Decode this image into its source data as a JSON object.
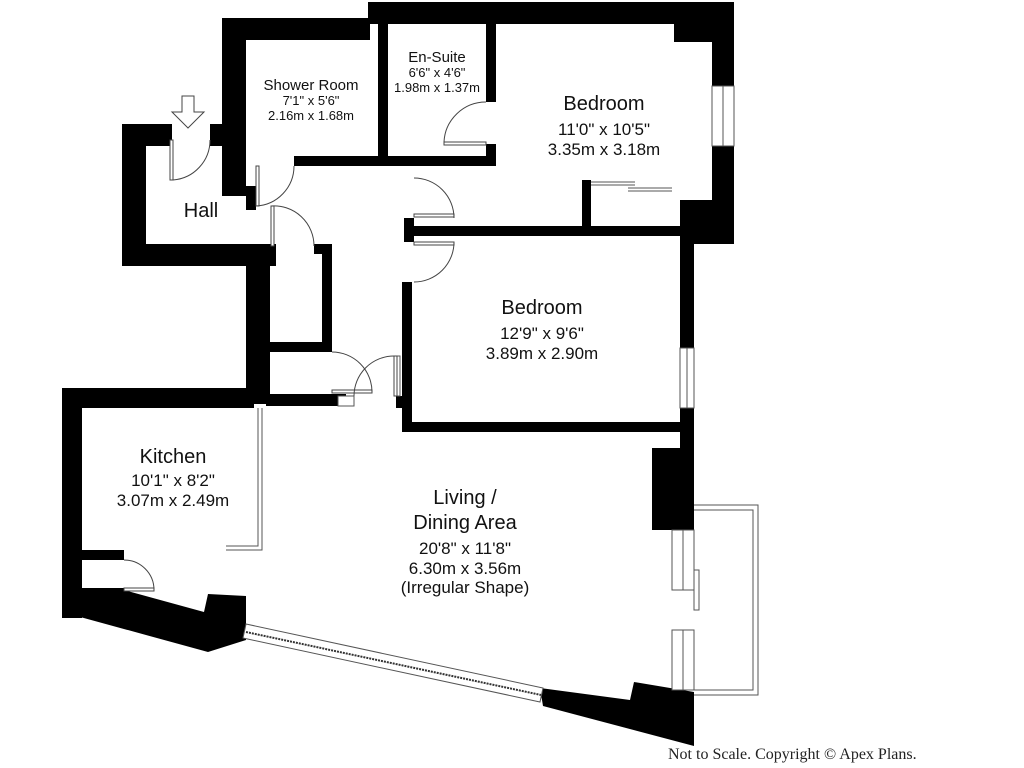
{
  "plan": {
    "colors": {
      "wall": "#000000",
      "background": "#ffffff",
      "fixture_line": "#555555",
      "text": "#111111"
    },
    "entrance_arrow": "down-arrow-icon",
    "rooms": [
      {
        "id": "shower-room",
        "name": "Shower Room",
        "imperial": "7'1\" x 5'6\"",
        "metric": "2.16m x 1.68m"
      },
      {
        "id": "en-suite",
        "name": "En-Suite",
        "imperial": "6'6\" x 4'6\"",
        "metric": "1.98m x 1.37m"
      },
      {
        "id": "bedroom-1",
        "name": "Bedroom",
        "imperial": "11'0\" x 10'5\"",
        "metric": "3.35m x 3.18m"
      },
      {
        "id": "hall",
        "name": "Hall"
      },
      {
        "id": "bedroom-2",
        "name": "Bedroom",
        "imperial": "12'9\" x 9'6\"",
        "metric": "3.89m x 2.90m"
      },
      {
        "id": "kitchen",
        "name": "Kitchen",
        "imperial": "10'1\" x 8'2\"",
        "metric": "3.07m x 2.49m"
      },
      {
        "id": "living-dining",
        "name": "Living /",
        "name2": "Dining Area",
        "imperial": "20'8\" x 11'8\"",
        "metric": "6.30m x 3.56m",
        "note": "(Irregular Shape)"
      }
    ]
  },
  "footer": {
    "text": "Not to Scale. Copyright © Apex Plans."
  }
}
